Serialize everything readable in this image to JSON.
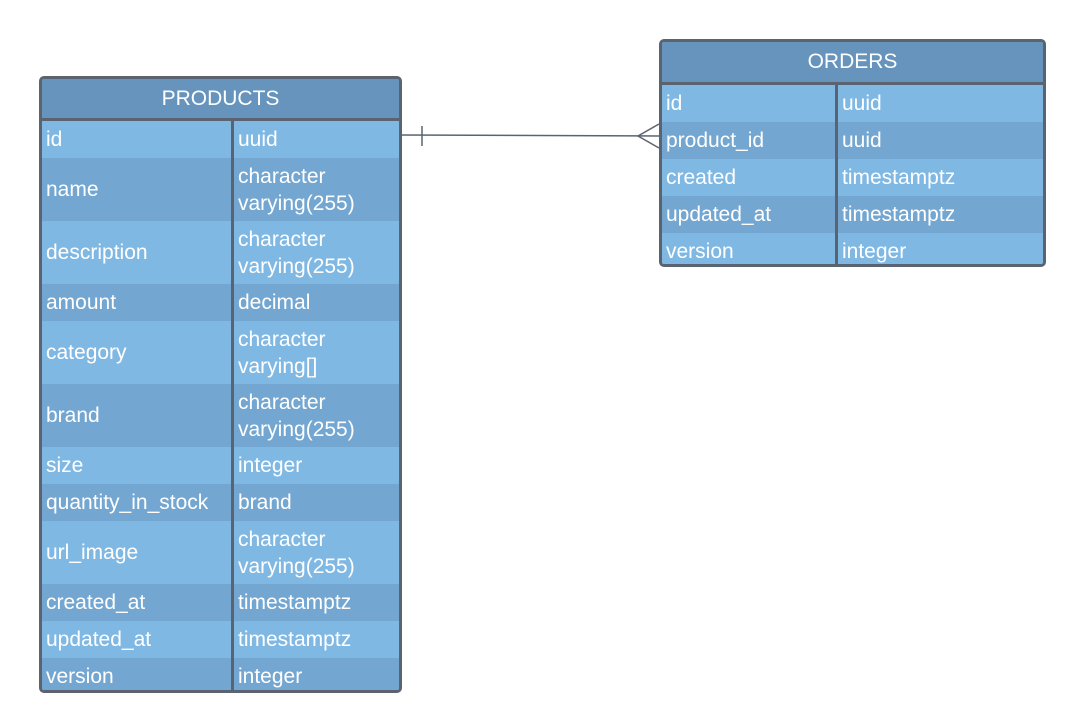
{
  "products": {
    "title": "PRODUCTS",
    "rows": [
      {
        "name": "id",
        "type": "uuid"
      },
      {
        "name": "name",
        "type": "character\nvarying(255)"
      },
      {
        "name": "description",
        "type": "character\nvarying(255)"
      },
      {
        "name": "amount",
        "type": "decimal"
      },
      {
        "name": "category",
        "type": "character\nvarying[]"
      },
      {
        "name": "brand",
        "type": "character\nvarying(255)"
      },
      {
        "name": "size",
        "type": "integer"
      },
      {
        "name": "quantity_in_stock",
        "type": "brand"
      },
      {
        "name": "url_image",
        "type": "character\nvarying(255)"
      },
      {
        "name": "created_at",
        "type": "timestamptz"
      },
      {
        "name": "updated_at",
        "type": "timestamptz"
      },
      {
        "name": "version",
        "type": "integer"
      }
    ]
  },
  "orders": {
    "title": "ORDERS",
    "rows": [
      {
        "name": "id",
        "type": "uuid"
      },
      {
        "name": "product_id",
        "type": "uuid"
      },
      {
        "name": "created",
        "type": "timestamptz"
      },
      {
        "name": "updated_at",
        "type": "timestamptz"
      },
      {
        "name": "version",
        "type": "integer"
      }
    ]
  },
  "relationship": {
    "from": "products.id",
    "to": "orders.product_id",
    "cardinality": "one-to-many"
  },
  "colors": {
    "header": "#6694bc",
    "row_light": "#80b8e4",
    "row_dark": "#73a6d0",
    "border": "#5a6470",
    "line": "#5a6470"
  }
}
